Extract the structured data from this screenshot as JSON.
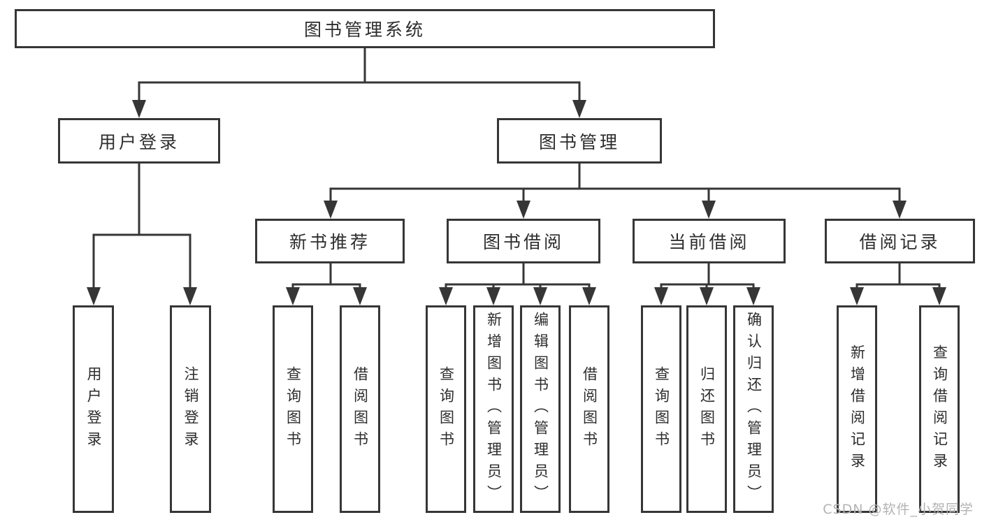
{
  "nodes": {
    "root": "图书管理系统",
    "user_login": "用户登录",
    "book_mgmt": "图书管理",
    "new_books": "新书推荐",
    "book_borrow": "图书借阅",
    "current_borrow": "当前借阅",
    "borrow_records": "借阅记录"
  },
  "leaves": {
    "user_login": [
      "用户登录",
      "注销登录"
    ],
    "new_books": [
      "查询图书",
      "借阅图书"
    ],
    "book_borrow": [
      "查询图书",
      "新增图书（管理员）",
      "编辑图书（管理员）",
      "借阅图书"
    ],
    "current_borrow": [
      "查询图书",
      "归还图书",
      "确认归还（管理员）"
    ],
    "borrow_records": [
      "新增借阅记录",
      "查询借阅记录"
    ]
  },
  "watermark": {
    "text": "CSDN @软件_小贺同学"
  },
  "colors": {
    "line": "#363636",
    "box_border": "#363636",
    "text": "#2d2d2d",
    "background": "#ffffff",
    "watermark": "#b3b3b3"
  }
}
